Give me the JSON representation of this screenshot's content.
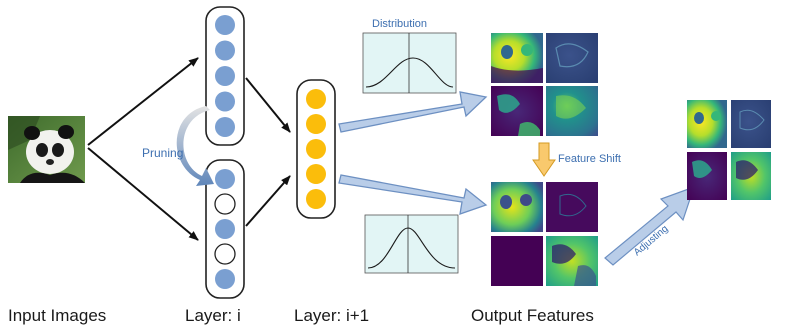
{
  "captions": {
    "input": "Input Images",
    "layer_i": "Layer: i",
    "layer_i1": "Layer: i+1",
    "output": "Output Features"
  },
  "annotations": {
    "distribution": "Distribution",
    "pruning": "Pruning",
    "feature_shift": "Feature Shift",
    "adjusting": "Adjusting"
  },
  "colors": {
    "neuron_blue": "#7a9fd1",
    "neuron_yellow": "#fbbd0b",
    "arrow_fill": "#b9cde8",
    "arrow_stroke": "#6d90c2",
    "shift_fill": "#f9c96d",
    "curve_fill": "#e2f5f5",
    "label": "#3d6fb0"
  }
}
